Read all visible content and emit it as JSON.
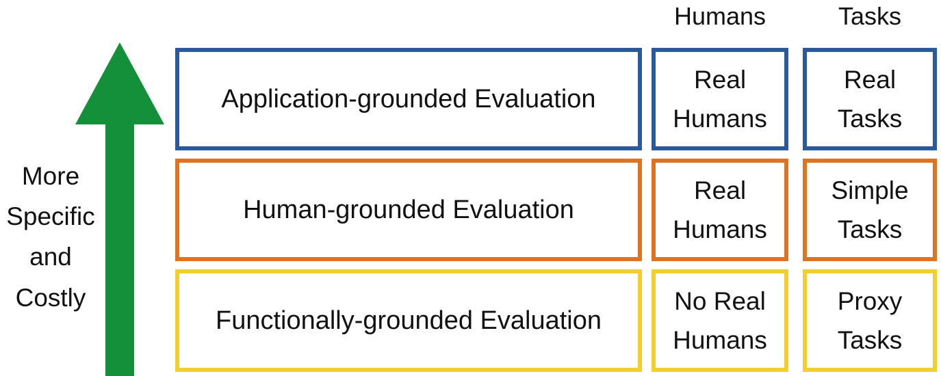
{
  "colors": {
    "row_0": "#2a5a9c",
    "row_1": "#e0731f",
    "row_2": "#f2cf2c",
    "arrow": "#15903a"
  },
  "column_headers": {
    "humans": "Humans",
    "tasks": "Tasks"
  },
  "rows": [
    {
      "evaluation": "Application-grounded Evaluation",
      "humans": [
        "Real",
        "Humans"
      ],
      "tasks": [
        "Real",
        "Tasks"
      ]
    },
    {
      "evaluation": "Human-grounded Evaluation",
      "humans": [
        "Real",
        "Humans"
      ],
      "tasks": [
        "Simple",
        "Tasks"
      ]
    },
    {
      "evaluation": "Functionally-grounded Evaluation",
      "humans": [
        "No Real",
        "Humans"
      ],
      "tasks": [
        "Proxy",
        "Tasks"
      ]
    }
  ],
  "side_label": [
    "More",
    "Specific",
    "and",
    "Costly"
  ],
  "arrow_icon": "up-arrow-icon"
}
